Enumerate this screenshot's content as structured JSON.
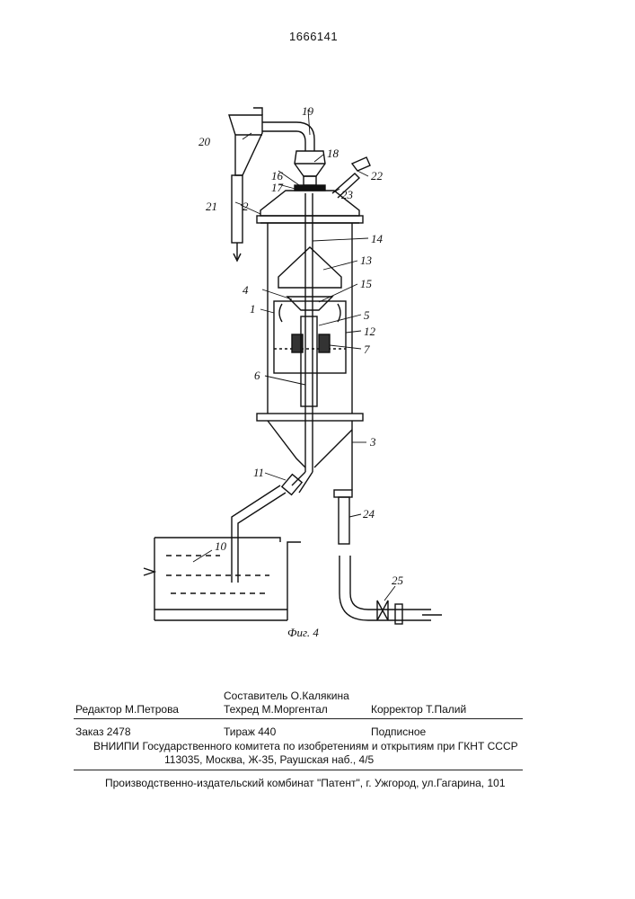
{
  "patent_number": "1666141",
  "figure_caption": "Фиг. 4",
  "callouts": {
    "n1": "1",
    "n2": "2",
    "n3": "3",
    "n4": "4",
    "n5": "5",
    "n6": "6",
    "n7": "7",
    "n10": "10",
    "n11": "11",
    "n12": "12",
    "n13": "13",
    "n14": "14",
    "n15": "15",
    "n16": "16",
    "n17": "17",
    "n18": "18",
    "n19": "19",
    "n20": "20",
    "n21": "21",
    "n22": "22",
    "n23": "23",
    "n24": "24",
    "n25": "25"
  },
  "colophon": {
    "compiler": "Составитель О.Калякина",
    "editor": "Редактор  М.Петрова",
    "techred": "Техред М.Моргентал",
    "corrector": "Корректор  Т.Палий",
    "order": "Заказ  2478",
    "circulation": "Тираж 440",
    "subscription": "Подписное",
    "org": "ВНИИПИ Государственного комитета по изобретениям и открытиям при ГКНТ СССР",
    "address": "113035, Москва, Ж-35, Раушская наб., 4/5",
    "printer": "Производственно-издательский комбинат \"Патент\", г. Ужгород, ул.Гагарина, 101"
  }
}
